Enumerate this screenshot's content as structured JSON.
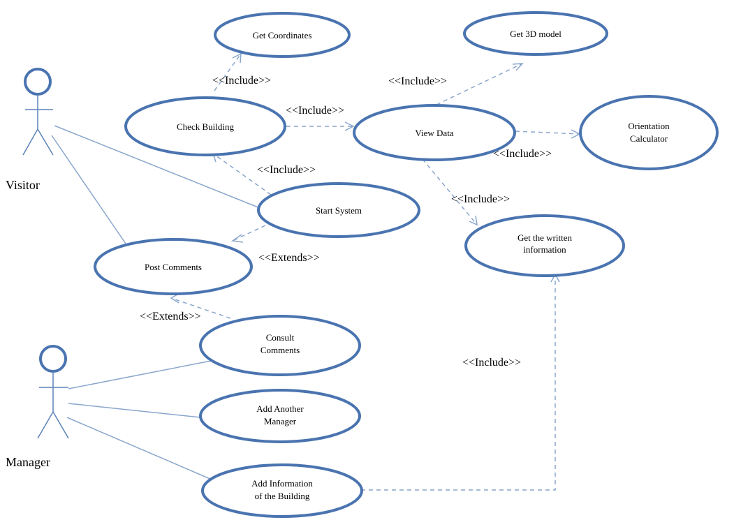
{
  "actors": {
    "visitor": "Visitor",
    "manager": "Manager"
  },
  "use_cases": {
    "get_coordinates": [
      "Get Coordinates"
    ],
    "get_3d_model": [
      "Get 3D model"
    ],
    "check_building": [
      "Check Building"
    ],
    "view_data": [
      "View Data"
    ],
    "orientation_calculator": [
      "Orientation",
      "Calculator"
    ],
    "start_system": [
      "Start System"
    ],
    "get_written_information": [
      "Get the written",
      "information"
    ],
    "post_comments": [
      "Post Comments"
    ],
    "consult_comments": [
      "Consult",
      "Comments"
    ],
    "add_another_manager": [
      "Add Another",
      "Manager"
    ],
    "add_information_building": [
      "Add Information",
      "of the Building"
    ]
  },
  "stereotypes": {
    "include_coordinates": "<<Include>>",
    "include_3d_model": "<<Include>>",
    "include_view_data": "<<Include>>",
    "include_orientation": "<<Include>>",
    "include_start_system": "<<Include>>",
    "include_written_info": "<<Include>>",
    "extends_post_comments": "<<Extends>>",
    "extends_consult": "<<Extends>>",
    "include_add_information": "<<Include>>"
  },
  "colors": {
    "ellipse_stroke": "#4a74b0",
    "line": "#8aa6cc"
  }
}
